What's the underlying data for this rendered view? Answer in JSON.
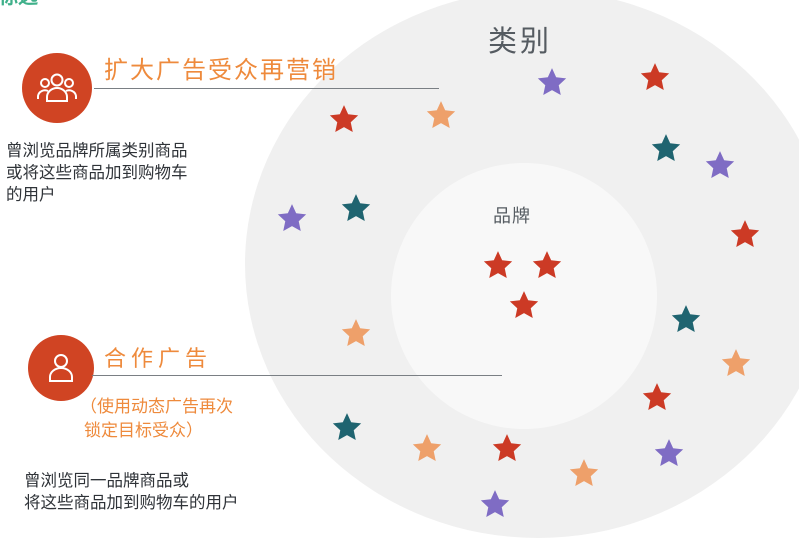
{
  "title_fragment": "标选",
  "outer_ring": {
    "label": "类别"
  },
  "inner_circle": {
    "label": "品牌"
  },
  "segment_top": {
    "heading": "扩大广告受众再营销",
    "description": [
      "曾浏览品牌所属类别商品",
      "或将这些商品加到购物车",
      "的用户"
    ]
  },
  "segment_bottom": {
    "heading": "合作广告",
    "note": [
      "（使用动态广告再次",
      "锁定目标受众）"
    ],
    "description": [
      "曾浏览同一品牌商品或",
      "将这些商品加到购物车的用户"
    ]
  },
  "colors": {
    "red": "#cc3a25",
    "orange": "#eea06a",
    "purple": "#7f6cc4",
    "teal": "#1f6470",
    "badge": "#d04423",
    "heading": "#ee8a3c"
  }
}
